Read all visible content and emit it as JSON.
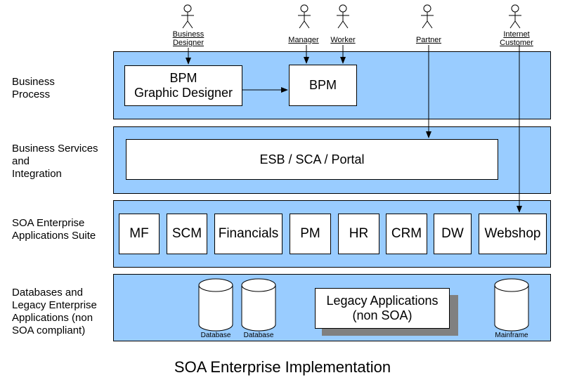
{
  "title": "SOA Enterprise Implementation",
  "actors": {
    "business_designer": [
      "Business",
      "Designer"
    ],
    "manager": "Manager",
    "worker": "Worker",
    "partner": "Partner",
    "internet_customer": [
      "Internet",
      "Customer"
    ]
  },
  "layers": {
    "business_process": [
      "Business",
      "Process"
    ],
    "business_services": [
      "Business Services",
      "and",
      "Integration"
    ],
    "soa_apps": [
      "SOA Enterprise",
      "Applications Suite"
    ],
    "databases": [
      "Databases and",
      "Legacy Enterprise",
      "Applications (non",
      "SOA compliant)"
    ]
  },
  "boxes": {
    "bpm_designer": [
      "BPM",
      "Graphic Designer"
    ],
    "bpm": "BPM",
    "esb": "ESB / SCA / Portal",
    "legacy": [
      "Legacy Applications",
      "(non SOA)"
    ]
  },
  "apps": [
    "MF",
    "SCM",
    "Financials",
    "PM",
    "HR",
    "CRM",
    "DW",
    "Webshop"
  ],
  "databases": [
    "Database",
    "Database",
    "Mainframe"
  ],
  "colors": {
    "band": "#99ccff",
    "legacy_shadow": "#808080"
  }
}
